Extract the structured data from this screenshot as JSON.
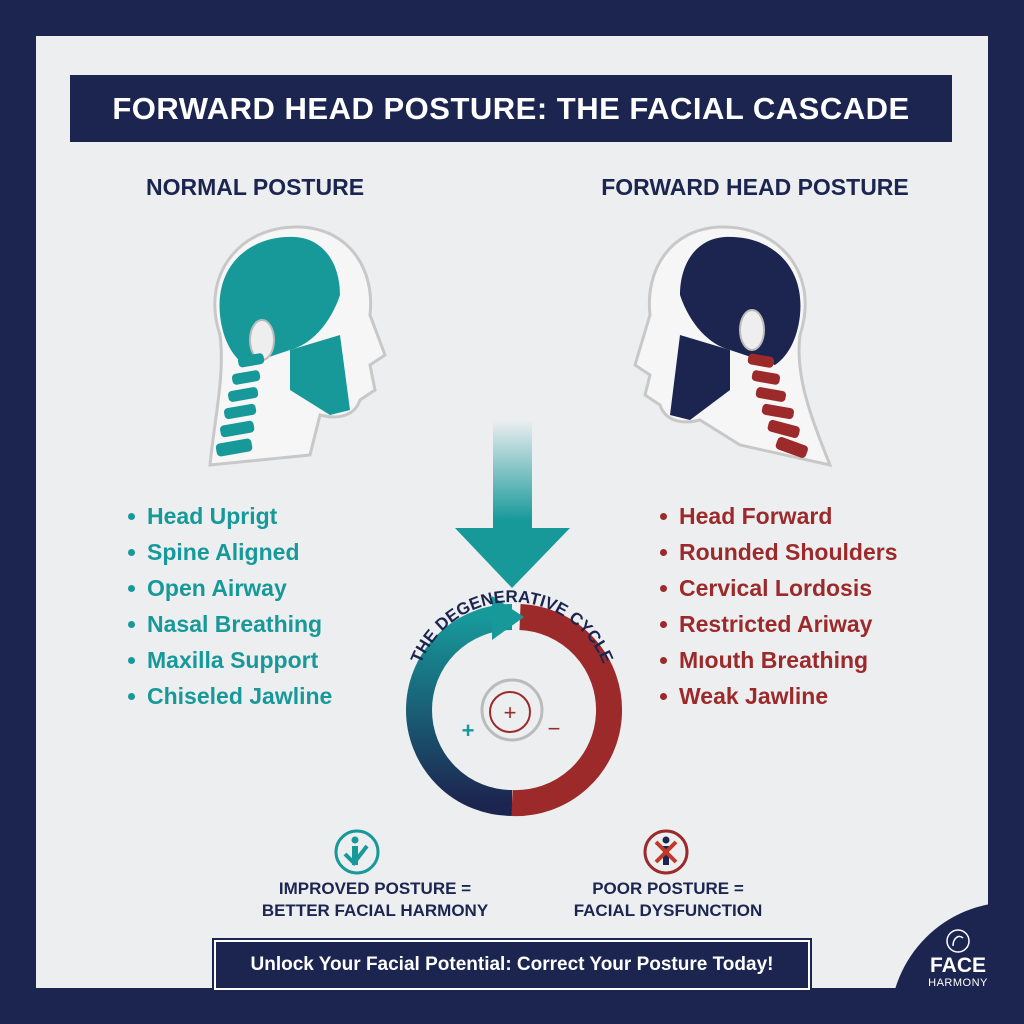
{
  "title": "FORWARD HEAD POSTURE: THE FACIAL CASCADE",
  "colors": {
    "navy": "#1c2550",
    "teal": "#17999a",
    "red": "#9c2a2a",
    "background": "#eceef0"
  },
  "normal": {
    "heading": "NORMAL POSTURE",
    "items": [
      "Head Uprigt",
      "Spine Aligned",
      "Open Airway",
      "Nasal Breathing",
      "Maxilla Support",
      "Chiseled Jawline"
    ]
  },
  "forward": {
    "heading": "FORWARD HEAD POSTURE",
    "items": [
      "Head Forward",
      "Rounded Shoulders",
      "Cervical Lordosis",
      "Restricted Ariway",
      "Mıouth Breathing",
      "Weak Jawline"
    ]
  },
  "cycle": {
    "label": "THE DEGENERATIVE CYCLE",
    "plus": "+",
    "minus": "−",
    "center": "+"
  },
  "outcomes": {
    "good": {
      "line1": "IMPROVED POSTURE =",
      "line2": "BETTER FACIAL HARMONY",
      "icon": "person-check-icon"
    },
    "bad": {
      "line1": "POOR POSTURE =",
      "line2": "FACIAL DYSFUNCTION",
      "icon": "person-x-icon"
    }
  },
  "banner": "Unlock Your Facial Potential: Correct Your Posture Today!",
  "logo": {
    "line1": "FACE",
    "line2": "HARMONY"
  }
}
